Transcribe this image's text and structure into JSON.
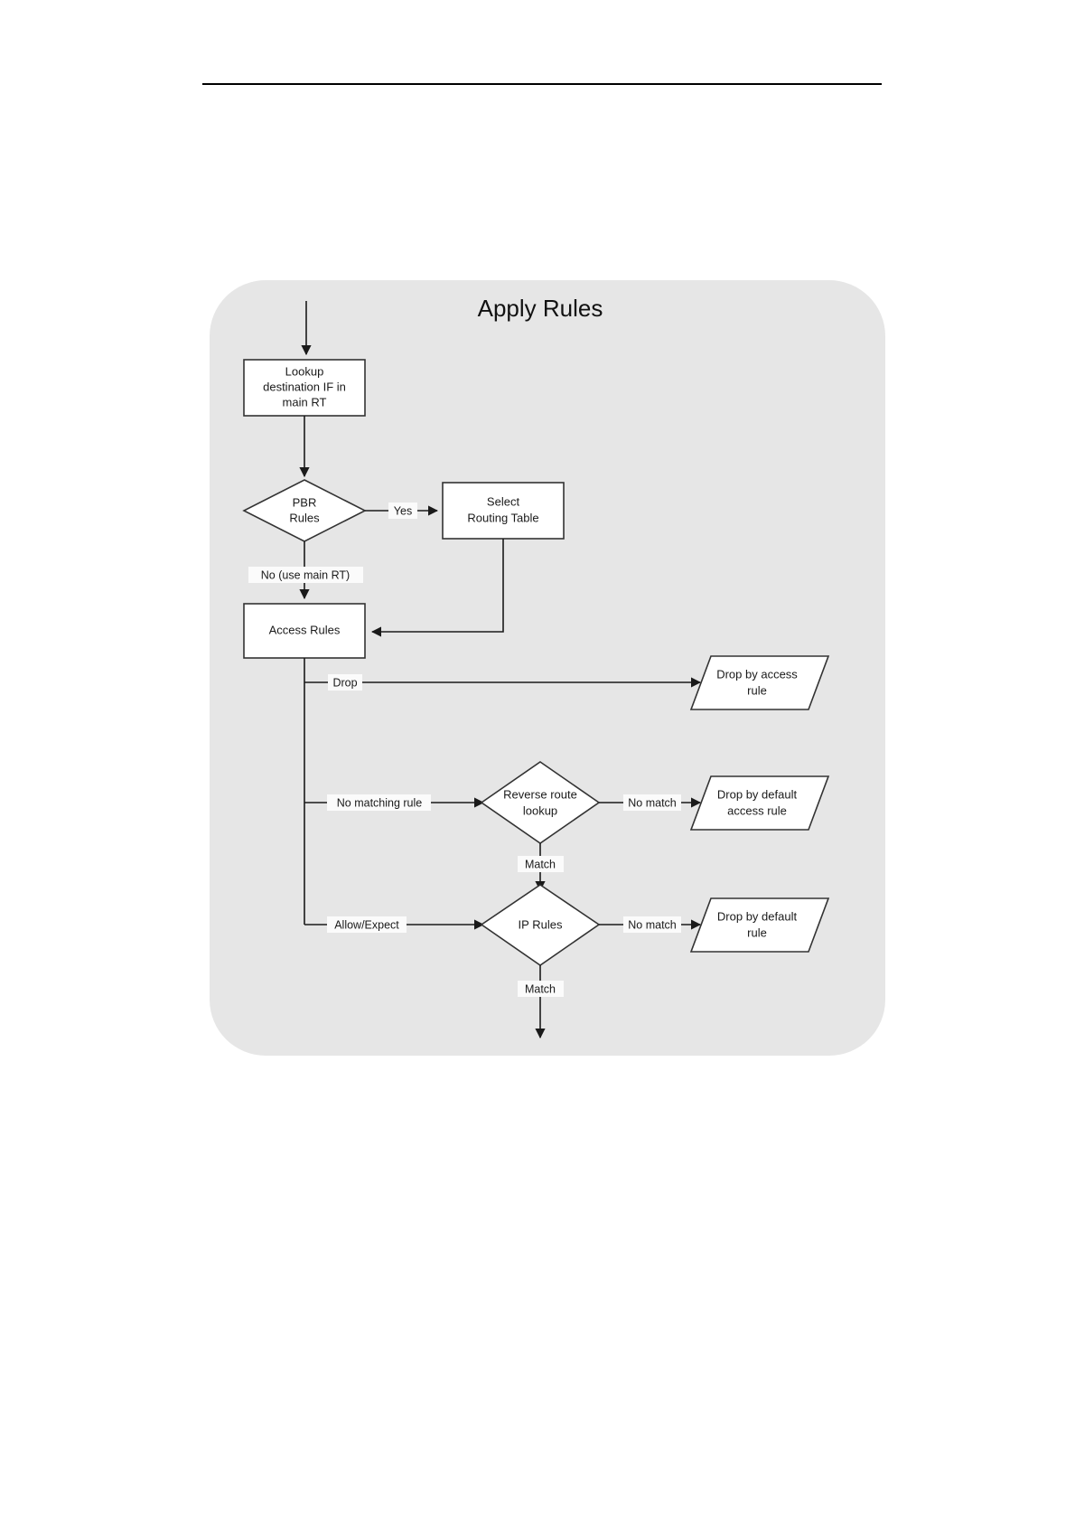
{
  "page": {
    "background_color": "#ffffff",
    "header_rule": true
  },
  "diagram": {
    "type": "flowchart",
    "title": "Apply Rules",
    "container": {
      "name": "apply-rules-group",
      "fill_color": "#e6e6e6",
      "corner_radius": 60
    },
    "nodes": [
      {
        "id": "lookup",
        "shape": "rectangle",
        "label": "Lookup\ndestination IF in\nmain RT",
        "lines": [
          "Lookup",
          "destination IF in",
          "main RT"
        ]
      },
      {
        "id": "pbr",
        "shape": "diamond",
        "label": "PBR Rules",
        "lines": [
          "PBR",
          "Rules"
        ]
      },
      {
        "id": "select_rt",
        "shape": "rectangle",
        "label": "Select Routing Table",
        "lines": [
          "Select",
          "Routing Table"
        ]
      },
      {
        "id": "access_rules",
        "shape": "rectangle",
        "label": "Access Rules",
        "lines": [
          "Access Rules"
        ]
      },
      {
        "id": "drop_access",
        "shape": "parallelogram",
        "label": "Drop by access rule",
        "lines": [
          "Drop by access",
          "rule"
        ]
      },
      {
        "id": "reverse_route",
        "shape": "diamond",
        "label": "Reverse route lookup",
        "lines": [
          "Reverse route",
          "lookup"
        ]
      },
      {
        "id": "drop_default_access",
        "shape": "parallelogram",
        "label": "Drop by default access rule",
        "lines": [
          "Drop by default",
          "access rule"
        ]
      },
      {
        "id": "ip_rules",
        "shape": "diamond",
        "label": "IP Rules",
        "lines": [
          "IP Rules"
        ]
      },
      {
        "id": "drop_default",
        "shape": "parallelogram",
        "label": "Drop by default rule",
        "lines": [
          "Drop by default",
          "rule"
        ]
      }
    ],
    "edges": [
      {
        "id": "e-in-lookup",
        "from": "entry",
        "to": "lookup",
        "label": ""
      },
      {
        "id": "e-lookup-pbr",
        "from": "lookup",
        "to": "pbr",
        "label": ""
      },
      {
        "id": "e-pbr-yes",
        "from": "pbr",
        "to": "select_rt",
        "label": "Yes"
      },
      {
        "id": "e-pbr-no",
        "from": "pbr",
        "to": "access_rules",
        "label": "No (use main RT)"
      },
      {
        "id": "e-select-access",
        "from": "select_rt",
        "to": "access_rules",
        "label": ""
      },
      {
        "id": "e-access-drop",
        "from": "access_rules",
        "to": "drop_access",
        "label": "Drop"
      },
      {
        "id": "e-access-nomatchrule",
        "from": "access_rules",
        "to": "reverse_route",
        "label": "No matching rule"
      },
      {
        "id": "e-access-allow",
        "from": "access_rules",
        "to": "ip_rules",
        "label": "Allow/Expect"
      },
      {
        "id": "e-rev-nomatch",
        "from": "reverse_route",
        "to": "drop_default_access",
        "label": "No match"
      },
      {
        "id": "e-rev-match",
        "from": "reverse_route",
        "to": "ip_rules",
        "label": "Match"
      },
      {
        "id": "e-ip-nomatch",
        "from": "ip_rules",
        "to": "drop_default",
        "label": "No match"
      },
      {
        "id": "e-ip-match",
        "from": "ip_rules",
        "to": "exit",
        "label": "Match"
      }
    ]
  }
}
